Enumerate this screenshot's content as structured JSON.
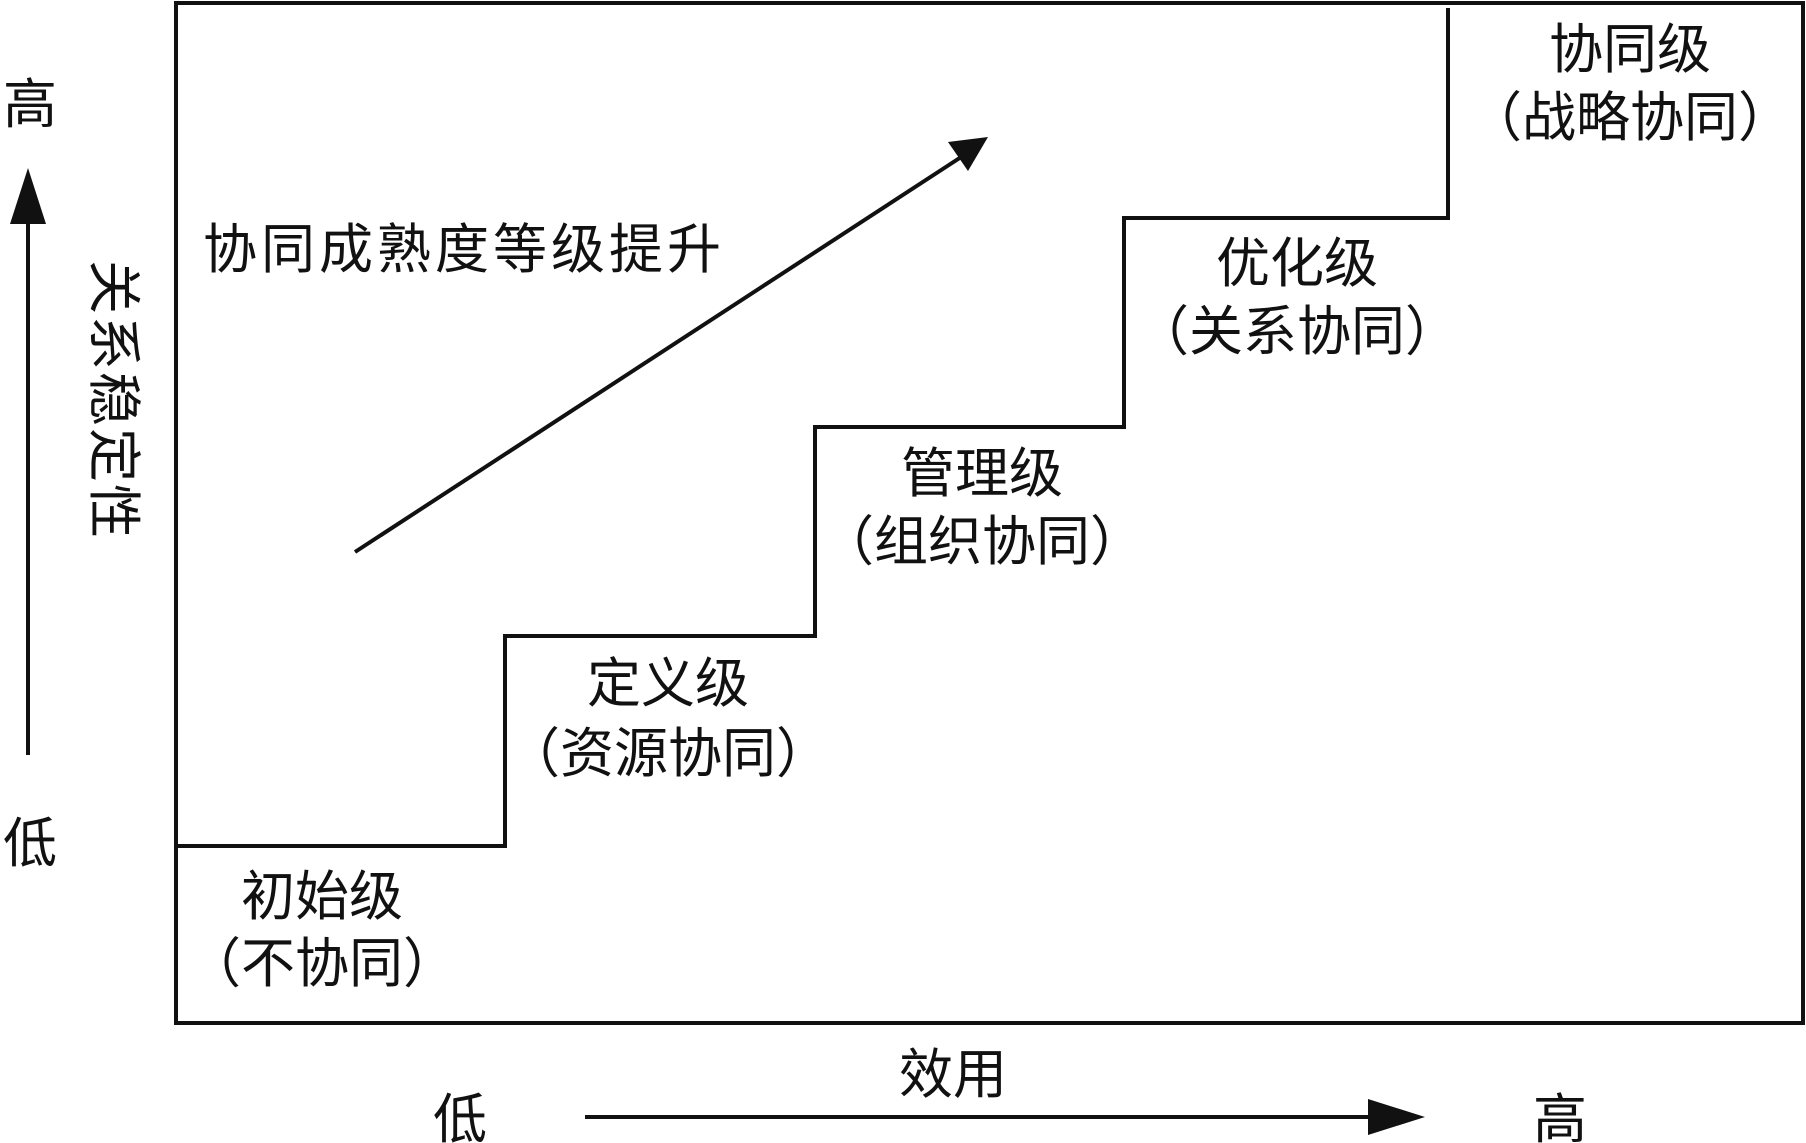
{
  "y_axis": {
    "high_label": "高",
    "low_label": "低",
    "title": "关系稳定性"
  },
  "x_axis": {
    "title": "效用",
    "low_label": "低",
    "high_label": "高"
  },
  "trend_label": "协同成熟度等级提升",
  "levels": [
    {
      "name": "初始级",
      "desc": "（不协同）"
    },
    {
      "name": "定义级",
      "desc": "（资源协同）"
    },
    {
      "name": "管理级",
      "desc": "（组织协同）"
    },
    {
      "name": "优化级",
      "desc": "（关系协同）"
    },
    {
      "name": "协同级",
      "desc": "（战略协同）"
    }
  ],
  "colors": {
    "stroke": "#111111",
    "background": "#ffffff"
  }
}
